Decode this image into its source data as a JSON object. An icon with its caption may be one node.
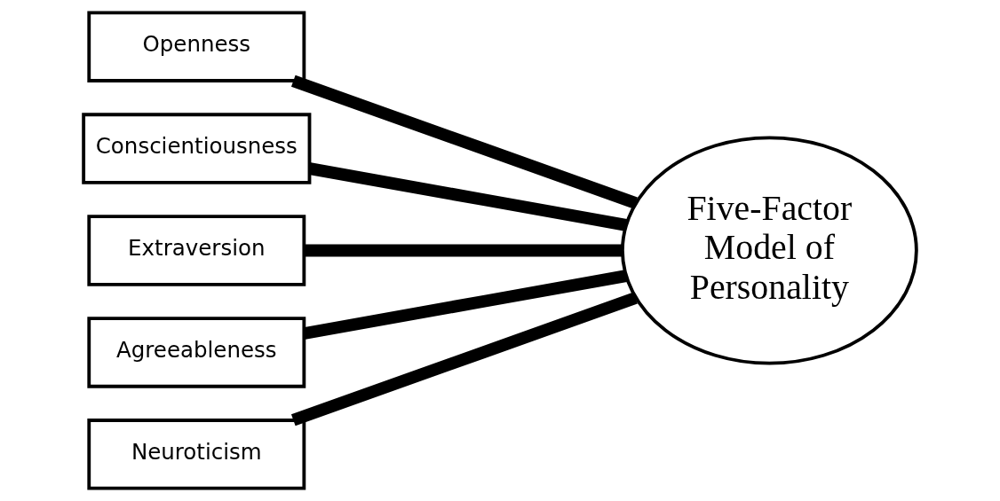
{
  "diagram": {
    "nodes": [
      {
        "text": [
          "Openness"
        ]
      },
      {
        "text": [
          "Conscientiousness"
        ]
      },
      {
        "text": [
          "Extraversion"
        ]
      },
      {
        "text": [
          "Agreeableness"
        ]
      },
      {
        "text": [
          "Neuroticism"
        ]
      },
      {
        "text": [
          "Five-Factor Model of Personality"
        ]
      }
    ],
    "edges": [
      {
        "from": 0,
        "to": 5,
        "arrow": "none"
      },
      {
        "from": 1,
        "to": 5,
        "arrow": "none"
      },
      {
        "from": 2,
        "to": 5,
        "arrow": "none"
      },
      {
        "from": 3,
        "to": 5,
        "arrow": "none"
      },
      {
        "from": 4,
        "to": 5,
        "arrow": "none"
      }
    ]
  }
}
